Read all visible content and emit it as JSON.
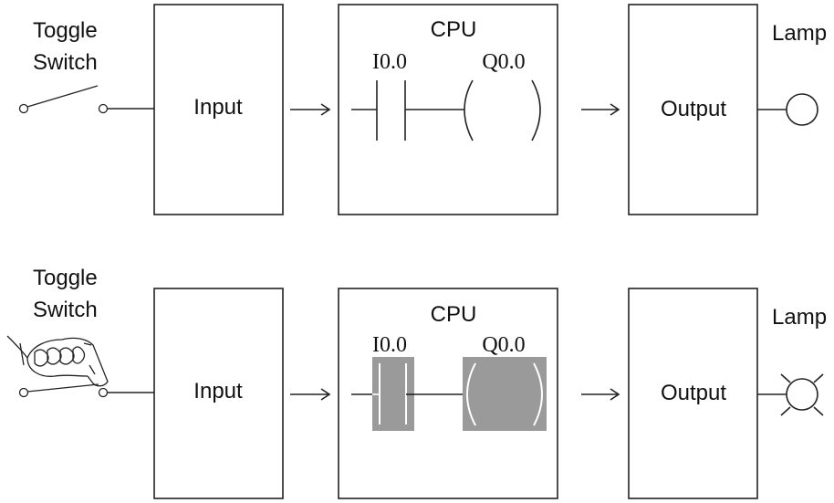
{
  "diagrams": [
    {
      "state": "off",
      "switch_label_line1": "Toggle",
      "switch_label_line2": "Switch",
      "input_label": "Input",
      "cpu_label": "CPU",
      "contact_label": "I0.0",
      "coil_label": "Q0.0",
      "output_label": "Output",
      "lamp_label": "Lamp"
    },
    {
      "state": "on",
      "switch_label_line1": "Toggle",
      "switch_label_line2": "Switch",
      "input_label": "Input",
      "cpu_label": "CPU",
      "contact_label": "I0.0",
      "coil_label": "Q0.0",
      "output_label": "Output",
      "lamp_label": "Lamp"
    }
  ],
  "colors": {
    "line": "#222222",
    "energized_fill": "#9a9a9a",
    "energized_stroke": "#ffffff"
  },
  "icons": [
    "toggle-switch-open-icon",
    "toggle-switch-closed-icon",
    "finger-pressing-icon",
    "lamp-off-icon",
    "lamp-on-icon",
    "arrow-right-icon"
  ]
}
